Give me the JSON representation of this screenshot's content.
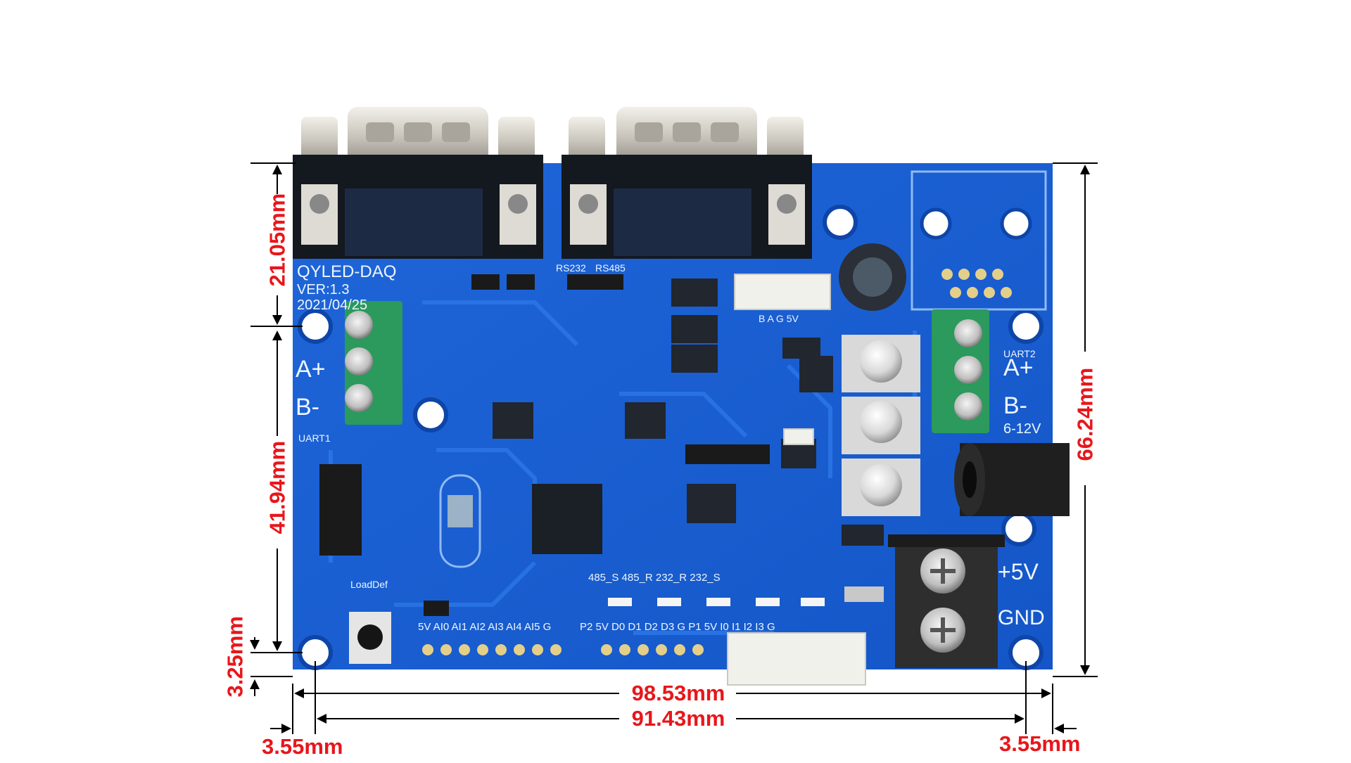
{
  "dimensions": {
    "top_margin": "21.05mm",
    "hole_spacing_vertical": "41.94mm",
    "bottom_margin": "3.25mm",
    "board_height": "66.24mm",
    "board_width": "98.53mm",
    "hole_spacing_horizontal": "91.43mm",
    "left_margin": "3.55mm",
    "right_margin": "3.55mm"
  },
  "silkscreen": {
    "brand": "QYLED-DAQ",
    "version": "VER:1.3",
    "date": "2021/04/25",
    "a_plus": "A+",
    "b_minus": "B-",
    "uart1": "UART1",
    "uart2": "UART2",
    "rs232": "RS232",
    "rs485": "RS485",
    "plus5v": "+5V",
    "gnd": "GND",
    "range": "6-12V",
    "loaddef": "LoadDef",
    "pin_row_left": "5V AI0 AI1 AI2 AI3 AI4 AI5 G",
    "pin_row_right": "P2 5V D0 D1 D2 D3 G P1 5V I0 I1 I2 I3 G",
    "led_row": "485_S 485_R 232_R 232_S",
    "rf_row": "B A G 5V"
  },
  "colors": {
    "board": "#1a5fd3",
    "board_dark": "#0d4bb6",
    "dimension": "#e8161b",
    "terminal_green": "#2b9a5c"
  }
}
